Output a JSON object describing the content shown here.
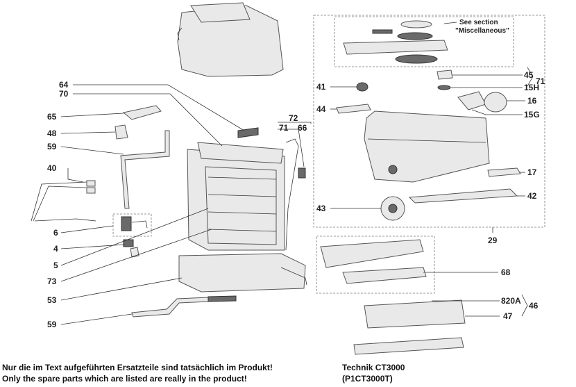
{
  "callouts": {
    "n64": "64",
    "n70": "70",
    "n65": "65",
    "n48": "48",
    "n59a": "59",
    "n40": "40",
    "n6": "6",
    "n4": "4",
    "n5": "5",
    "n73": "73",
    "n53": "53",
    "n59b": "59",
    "n72": "72",
    "n71a": "71",
    "n66": "66",
    "n41": "41",
    "n44": "44",
    "n45": "45",
    "n15h": "15H",
    "n71b": "71",
    "n16": "16",
    "n15g": "15G",
    "n17": "17",
    "n42": "42",
    "n43": "43",
    "n29": "29",
    "n68": "68",
    "n820a": "820A",
    "n46": "46",
    "n47": "47"
  },
  "note": {
    "line1": "See section",
    "line2": "\"Miscellaneous\""
  },
  "footer": {
    "de": "Nur die im Text aufgeführten Ersatzteile sind tatsächlich im Produkt!",
    "en": "Only the spare parts which are listed are really in the product!",
    "model_line": "Technik   CT3000",
    "model_code": "(P1CT3000T)"
  },
  "colors": {
    "line": "#333333",
    "part_fill": "#e9e9e9",
    "dashed_box": "#777777"
  }
}
